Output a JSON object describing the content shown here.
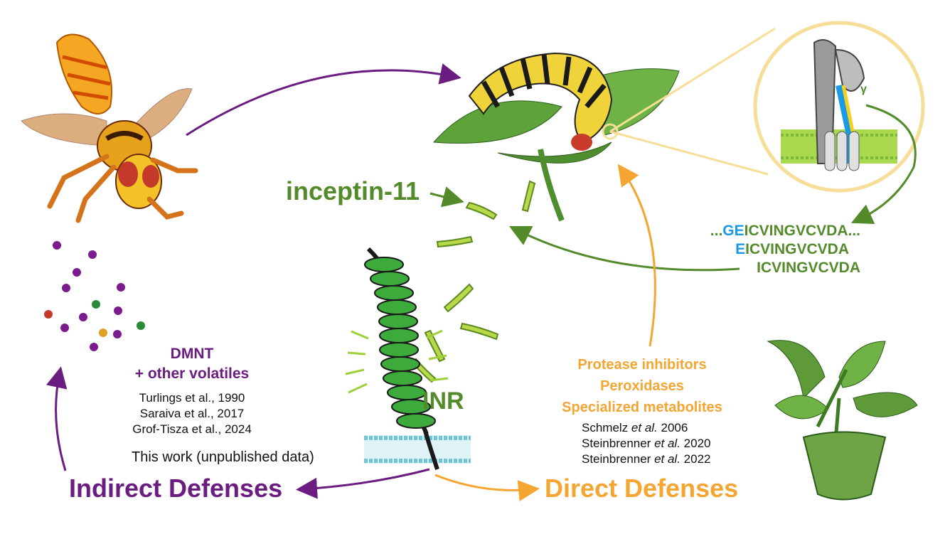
{
  "labels": {
    "inceptin": "inceptin-11",
    "inr": "INR",
    "gamma": "γ",
    "dmnt_line1": "DMNT",
    "dmnt_line2": "+ other volatiles",
    "indirect": "Indirect Defenses",
    "direct": "Direct Defenses"
  },
  "sequences": [
    {
      "prefix": "...",
      "highlight": "GE",
      "body": "ICVINGVCVDA..."
    },
    {
      "prefix": "",
      "highlight": "E",
      "body": "ICVINGVCVDA"
    },
    {
      "prefix": "",
      "highlight": "",
      "body": "ICVINGVCVDA"
    }
  ],
  "indirect_citations": [
    "Turlings et al., 1990",
    "Saraiva et al., 2017",
    "Grof-Tisza et al., 2024"
  ],
  "this_work": "This work (unpublished data)",
  "direct_list": [
    "Protease inhibitors",
    "Peroxidases",
    "Specialized metabolites"
  ],
  "direct_citations": [
    {
      "author": "Schmelz ",
      "etal": "et al.",
      "year": " 2006"
    },
    {
      "author": "Steinbrenner ",
      "etal": "et al.",
      "year": " 2020"
    },
    {
      "author": "Steinbrenner ",
      "etal": "et al.",
      "year": " 2022"
    }
  ],
  "colors": {
    "purple": "#6b1c80",
    "green": "#538b2a",
    "orange": "#f4a532",
    "blue": "#1a9ae6"
  }
}
